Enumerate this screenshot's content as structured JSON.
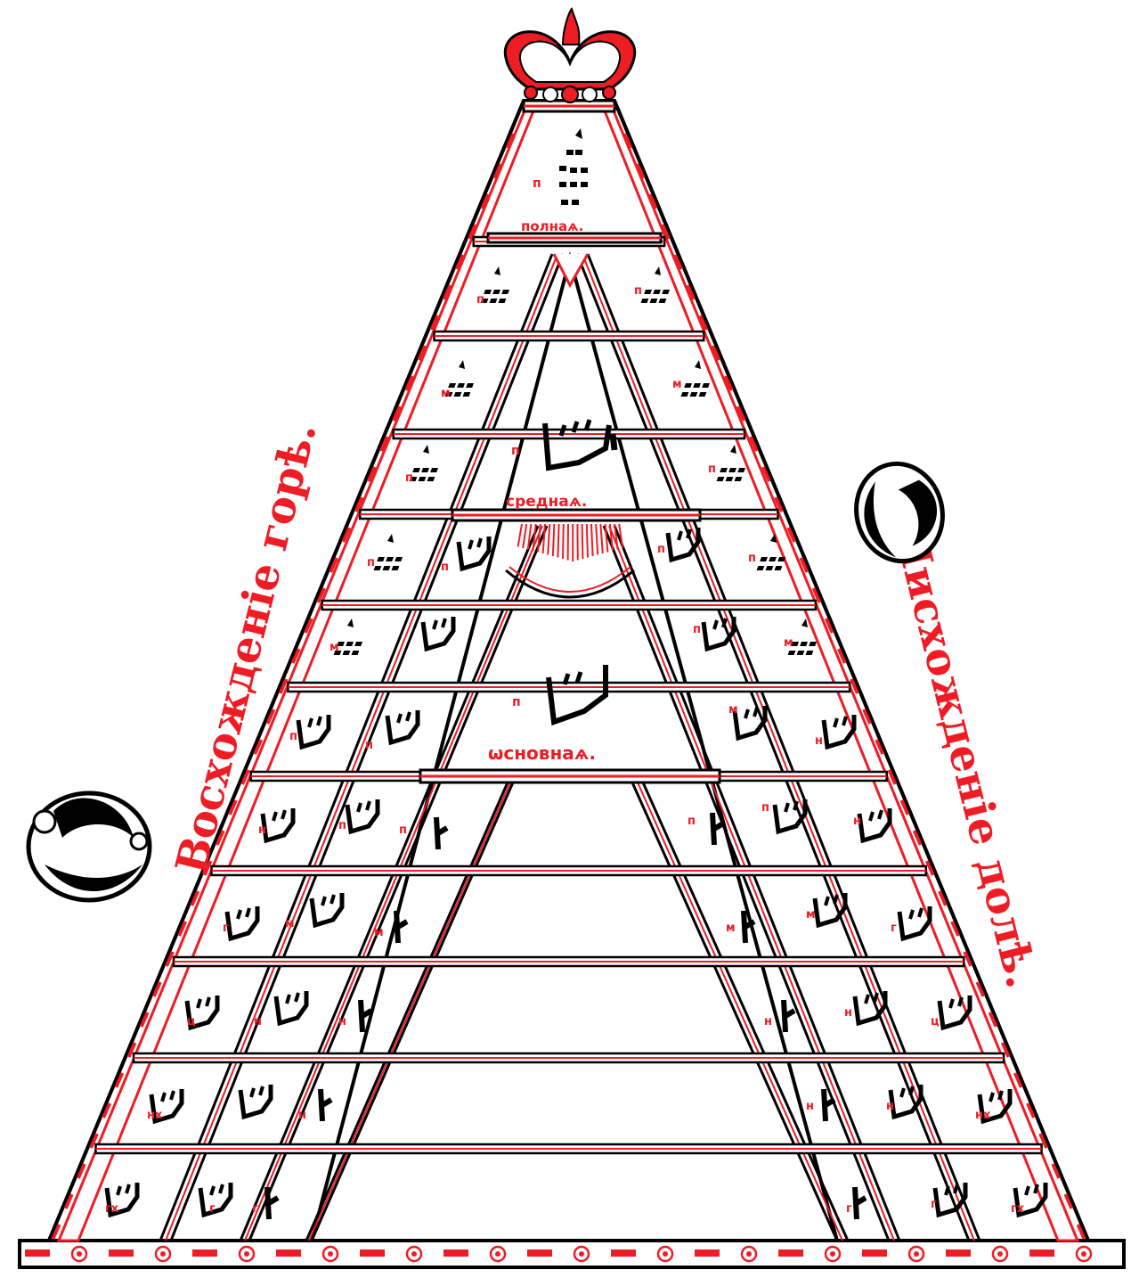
{
  "title_left": "Восхожденіе горѣ.",
  "title_right": "Нисхожденіе долѣ.",
  "labels": {
    "top": "полнаѧ.",
    "middle": "среднаѧ.",
    "base": "ѡсновнаѧ."
  },
  "letters": {
    "p": "п",
    "m": "м",
    "n": "н",
    "g": "г",
    "ts": "ц",
    "nx": "нх",
    "gx": "гх"
  },
  "colors": {
    "ink": "#000000",
    "red": "#ee1c24",
    "paper": "#ffffff"
  },
  "icons": [
    "crown-icon",
    "neume-icon",
    "drop-cap-icon"
  ]
}
